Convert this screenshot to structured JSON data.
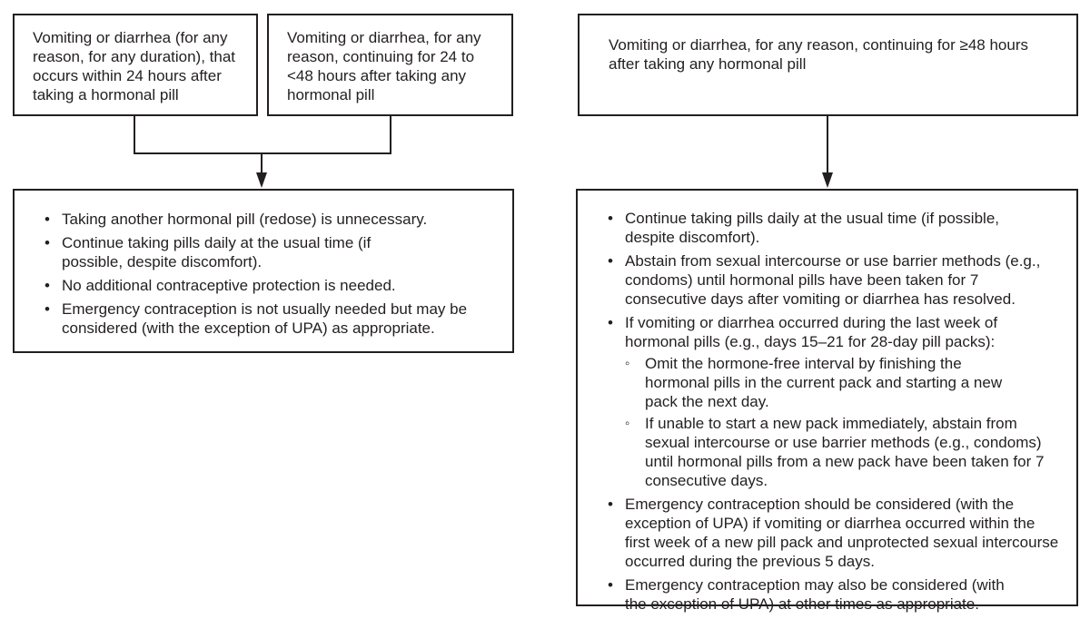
{
  "left": {
    "box1": "Vomiting or diarrhea (for any reason, for any duration), that occurs within 24 hours after taking a hormonal pill",
    "box2": "Vomiting or diarrhea, for any reason, continuing for 24 to <48 hours after taking any hormonal pill",
    "outcome": [
      "Taking another hormonal pill (redose) is unnecessary.",
      "Continue taking pills daily at the usual time (if possible, despite discomfort).",
      "No additional contraceptive protection is needed.",
      "Emergency contraception is not usually needed but may be considered (with the exception of UPA) as appropriate."
    ]
  },
  "right": {
    "box": "Vomiting or diarrhea, for any reason, continuing for ≥48 hours after taking any hormonal pill",
    "outcome": [
      "Continue taking pills daily at the usual time (if possible, despite discomfort).",
      "Abstain from sexual intercourse or use barrier methods (e.g., condoms) until hormonal pills have been taken for 7 consecutive days after vomiting or diarrhea has resolved.",
      "If vomiting or diarrhea occurred during the last week of hormonal pills (e.g., days 15–21 for 28-day pill packs):",
      "Emergency contraception should be considered (with the exception of UPA) if vomiting or diarrhea occurred within the first week of a new pill pack and unprotected sexual intercourse occurred during the previous 5 days.",
      "Emergency contraception may also be considered (with the exception of UPA) at other times as appropriate."
    ],
    "sub": [
      "Omit the hormone-free interval by finishing the hormonal pills in the current pack and starting a new pack the next day.",
      "If unable to start a new pack immediately, abstain from sexual intercourse or use barrier methods (e.g., condoms) until hormonal pills from a new pack have been taken for 7 consecutive days."
    ]
  }
}
